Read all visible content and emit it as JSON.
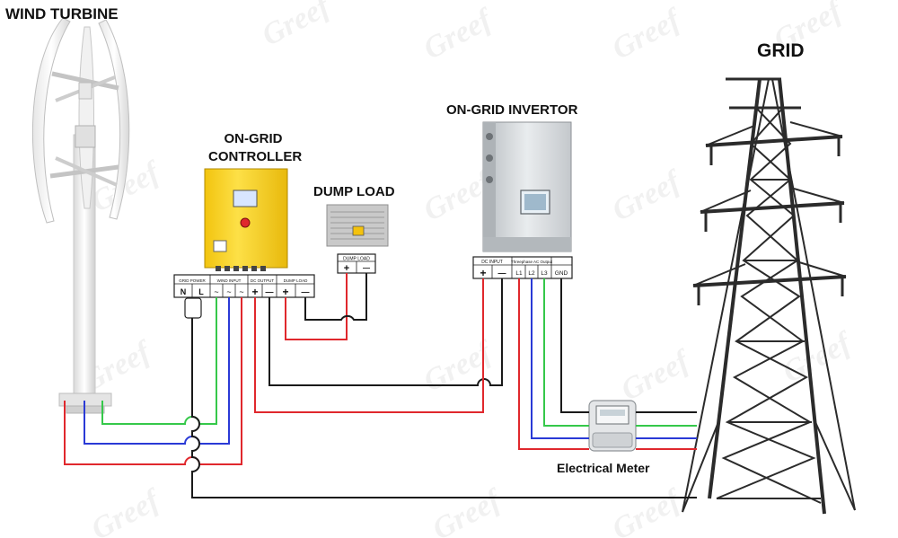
{
  "labels": {
    "wind_turbine": "WIND TURBINE",
    "grid": "GRID",
    "controller_line1": "ON-GRID",
    "controller_line2": "CONTROLLER",
    "dump_load": "DUMP LOAD",
    "inverter": "ON-GRID INVERTOR",
    "meter": "Electrical Meter"
  },
  "controller_terminals": {
    "grid_power": "GRID POWER",
    "n": "N",
    "l": "L",
    "wind_input": "WIND INPUT",
    "dc_output": "DC OUTPUT",
    "dump_load": "DUMP LOAD",
    "plus": "+",
    "minus": "—",
    "phase": "~"
  },
  "dump_load_terminals": {
    "title": "DUMP LOAD",
    "plus": "+",
    "minus": "—"
  },
  "inverter_terminals": {
    "dc_input": "DC INPUT",
    "ac_output": "Threephase AC Output",
    "plus": "+",
    "minus": "—",
    "l1": "L1",
    "l2": "L2",
    "l3": "L3",
    "gnd": "GND"
  },
  "watermark": "Greef",
  "colors": {
    "wire_red": "#e0282d",
    "wire_green": "#35c84a",
    "wire_blue": "#2a3ad6",
    "wire_black": "#1a1a1a",
    "controller_yellow": "#f7d21b",
    "inverter_gray": "#cfd3d6"
  }
}
